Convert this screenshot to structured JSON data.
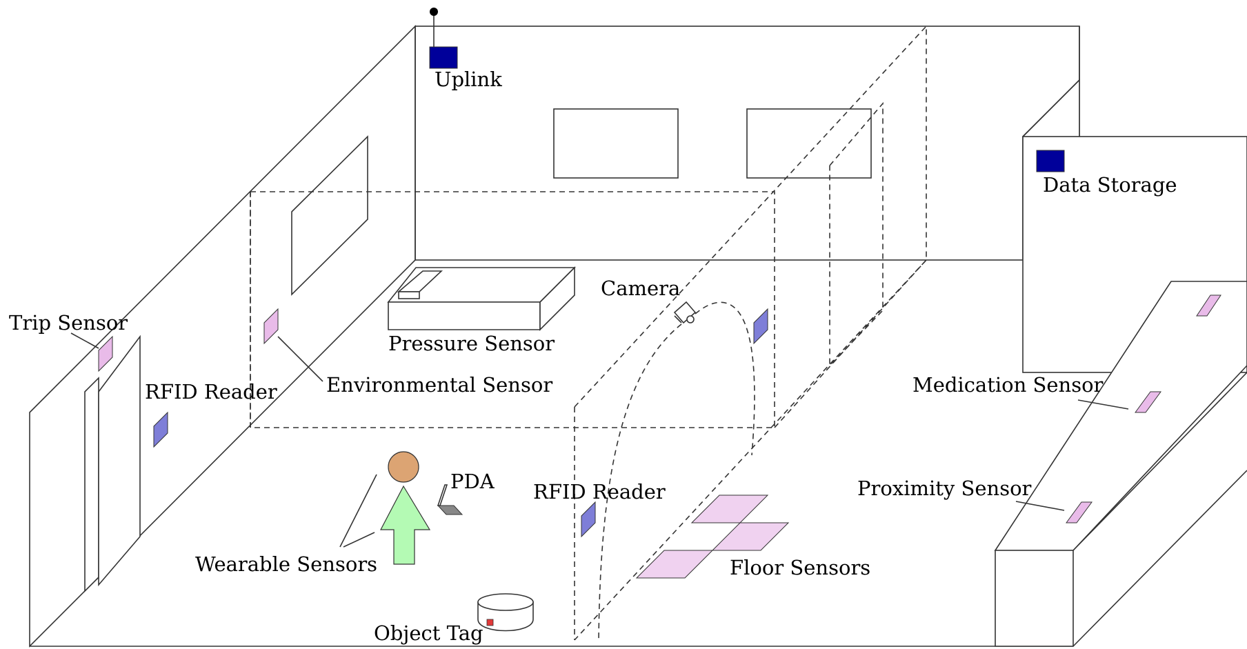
{
  "labels": {
    "uplink": "Uplink",
    "data_storage": "Data Storage",
    "trip_sensor": "Trip Sensor",
    "rfid_reader_door": "RFID Reader",
    "environmental_sensor": "Environmental Sensor",
    "pressure_sensor": "Pressure Sensor",
    "camera": "Camera",
    "medication_sensor": "Medication Sensor",
    "proximity_sensor": "Proximity Sensor",
    "pda": "PDA",
    "rfid_reader_center": "RFID Reader",
    "wearable_sensors": "Wearable Sensors",
    "floor_sensors": "Floor Sensors",
    "object_tag": "Object Tag"
  },
  "colors": {
    "network_device": "#00009a",
    "rfid_reader": "#7e7ed8",
    "sensor": "#e9bbe9",
    "floor_sensor": "#f0d2f0",
    "person_head": "#dca473",
    "person_body": "#b4fab4",
    "pda": "#888888",
    "tag_dot": "#e23a3a",
    "line": "#333333"
  }
}
